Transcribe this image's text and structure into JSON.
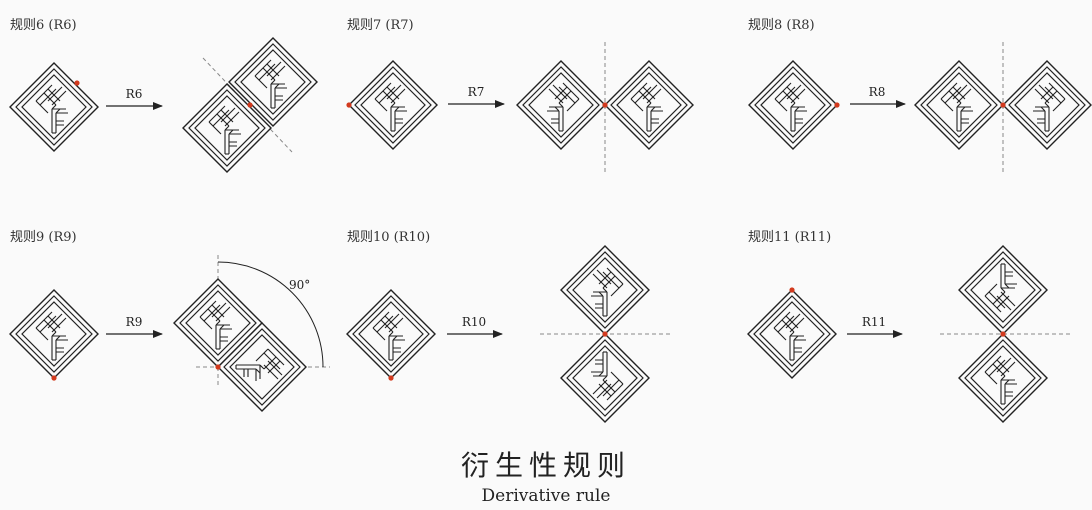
{
  "rules": [
    {
      "title": "规则6 (R6)",
      "arrow_label": "R6"
    },
    {
      "title": "规则7 (R7)",
      "arrow_label": "R7"
    },
    {
      "title": "规则8 (R8)",
      "arrow_label": "R8"
    },
    {
      "title": "规则9 (R9)",
      "arrow_label": "R9",
      "angle_label": "90°"
    },
    {
      "title": "规则10 (R10)",
      "arrow_label": "R10"
    },
    {
      "title": "规则11 (R11)",
      "arrow_label": "R11"
    }
  ],
  "caption": {
    "zh": "衍生性规则",
    "en": "Derivative rule"
  },
  "colors": {
    "line": "#222222",
    "pivot": "#d23a1e",
    "axis": "#888888",
    "background": "#fafafa"
  }
}
